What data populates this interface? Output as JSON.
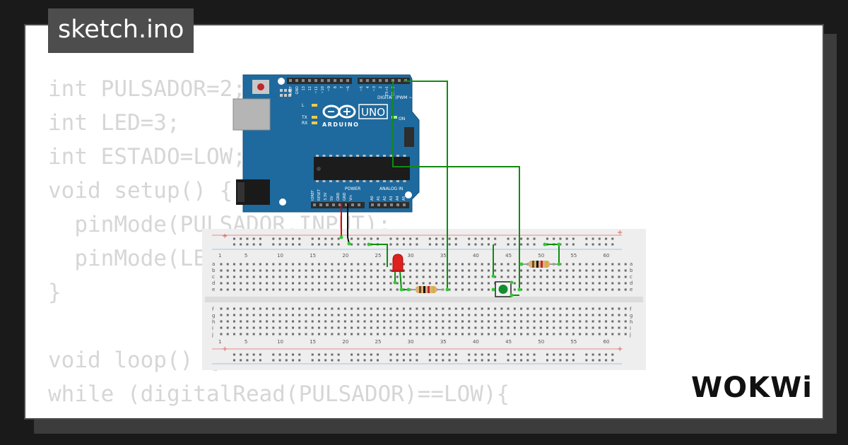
{
  "tab": {
    "filename": "sketch.ino"
  },
  "code": {
    "lines": [
      "int PULSADOR=2;",
      "int LED=3;",
      "int ESTADO=LOW;",
      "void setup() {",
      "  pinMode(PULSADOR,INPUT);",
      "  pinMode(LED,OUTPUT);",
      "}",
      "",
      "void loop() {",
      "while (digitalRead(PULSADOR)==LOW){",
      "}"
    ]
  },
  "arduino": {
    "model_label": "UNO",
    "brand_label": "ARDUINO",
    "on_label": "ON",
    "led_labels": [
      "L",
      "TX",
      "RX"
    ],
    "digital_header_label": "DIGITAL (PWM ~)",
    "digital_pins": [
      "AREF",
      "GND",
      "13",
      "12",
      "~11",
      "~10",
      "~9",
      "8",
      "7",
      "~6",
      "~5",
      "4",
      "~3",
      "2",
      "TX→1",
      "RX←0"
    ],
    "power_header_label": "POWER",
    "power_pins": [
      "IOREF",
      "RESET",
      "3.3V",
      "5V",
      "GND",
      "GND",
      "Vin"
    ],
    "analog_header_label": "ANALOG IN",
    "analog_pins": [
      "A0",
      "A1",
      "A2",
      "A3",
      "A4",
      "A5"
    ]
  },
  "breadboard": {
    "column_numbers": [
      "1",
      "5",
      "10",
      "15",
      "20",
      "25",
      "30",
      "35",
      "40",
      "45",
      "50",
      "55",
      "60"
    ],
    "top_row_letters": [
      "a",
      "b",
      "c",
      "d",
      "e"
    ],
    "bottom_row_letters": [
      "f",
      "g",
      "h",
      "i",
      "j"
    ],
    "rail_plus": "+",
    "rail_minus": "−"
  },
  "logo": {
    "text": "WOKWi"
  },
  "colors": {
    "board_blue": "#1e6a9e",
    "wire_green": "#118b11",
    "wire_red": "#e00000",
    "wire_black": "#111111",
    "code_text": "#d6d6d6",
    "tab_bg": "#4d4d4d"
  }
}
